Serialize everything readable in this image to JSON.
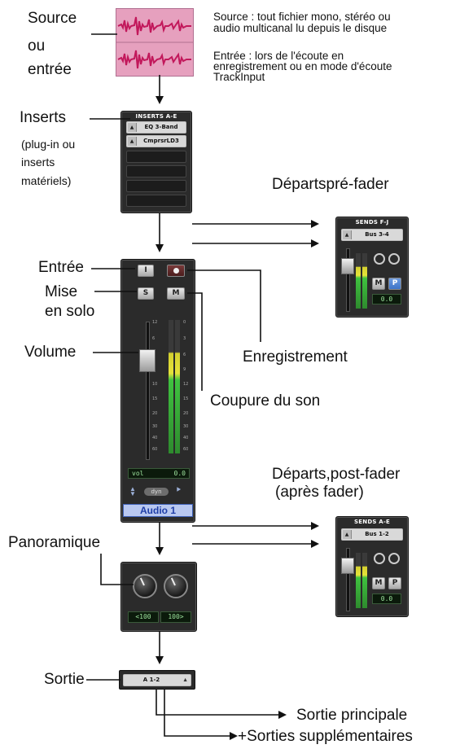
{
  "labels": {
    "source": "Source",
    "ou": "ou",
    "entree_src": "entrée",
    "source_note_1": "Source : tout fichier mono, stéréo ou",
    "source_note_2": "audio multicanal lu depuis le disque",
    "entree_note_1": "Entrée : lors de l'écoute en",
    "entree_note_2": "enregistrement ou en mode d'écoute",
    "entree_note_3": "TrackInput",
    "inserts": "Inserts",
    "inserts_sub_1": "(plug-in ou",
    "inserts_sub_2": "inserts",
    "inserts_sub_3": "matériels)",
    "departs_pre": "Départspré-fader",
    "entree_btn": "Entrée",
    "mise": "Mise",
    "en_solo": "en solo",
    "volume": "Volume",
    "enregistrement": "Enregistrement",
    "coupure": "Coupure du son",
    "departs_post_1": "Départs,post-fader",
    "departs_post_2": "(après fader)",
    "panoramique": "Panoramique",
    "sortie": "Sortie",
    "sortie_principale": "Sortie principale",
    "sorties_supp": "+Sorties supplémentaires"
  },
  "inserts_panel": {
    "title": "INSERTS A-E",
    "slots": [
      "EQ 3-Band",
      "CmprsrLD3",
      "",
      "",
      ""
    ]
  },
  "sends_pre": {
    "title": "SENDS F-J",
    "bus": "Bus 3-4",
    "mute": "M",
    "pre": "P",
    "value": "0.0"
  },
  "sends_post": {
    "title": "SENDS A-E",
    "bus": "Bus 1-2",
    "mute": "M",
    "pre": "P",
    "value": "0.0"
  },
  "channel": {
    "input_btn": "I",
    "solo_btn": "S",
    "mute_btn": "M",
    "vol_label": "vol",
    "vol_value": "0.0",
    "dyn_label": "dyn",
    "track_name": "Audio 1",
    "scale_left": [
      "12",
      "6",
      "0",
      "5",
      "10",
      "15",
      "20",
      "30",
      "40",
      "60"
    ],
    "scale_right": [
      "0",
      "3",
      "6",
      "9",
      "12",
      "15",
      "20",
      "30",
      "40",
      "60"
    ]
  },
  "pan": {
    "left": "<100",
    "right": "100>"
  },
  "output": {
    "label": "A 1-2"
  },
  "colors": {
    "track_name_bg": "#b9c8f0",
    "track_name_fg": "#1f3ea8",
    "waveform_bg": "#e6a0be",
    "waveform": "#c2185b",
    "pre_button": "#3e73c8"
  }
}
